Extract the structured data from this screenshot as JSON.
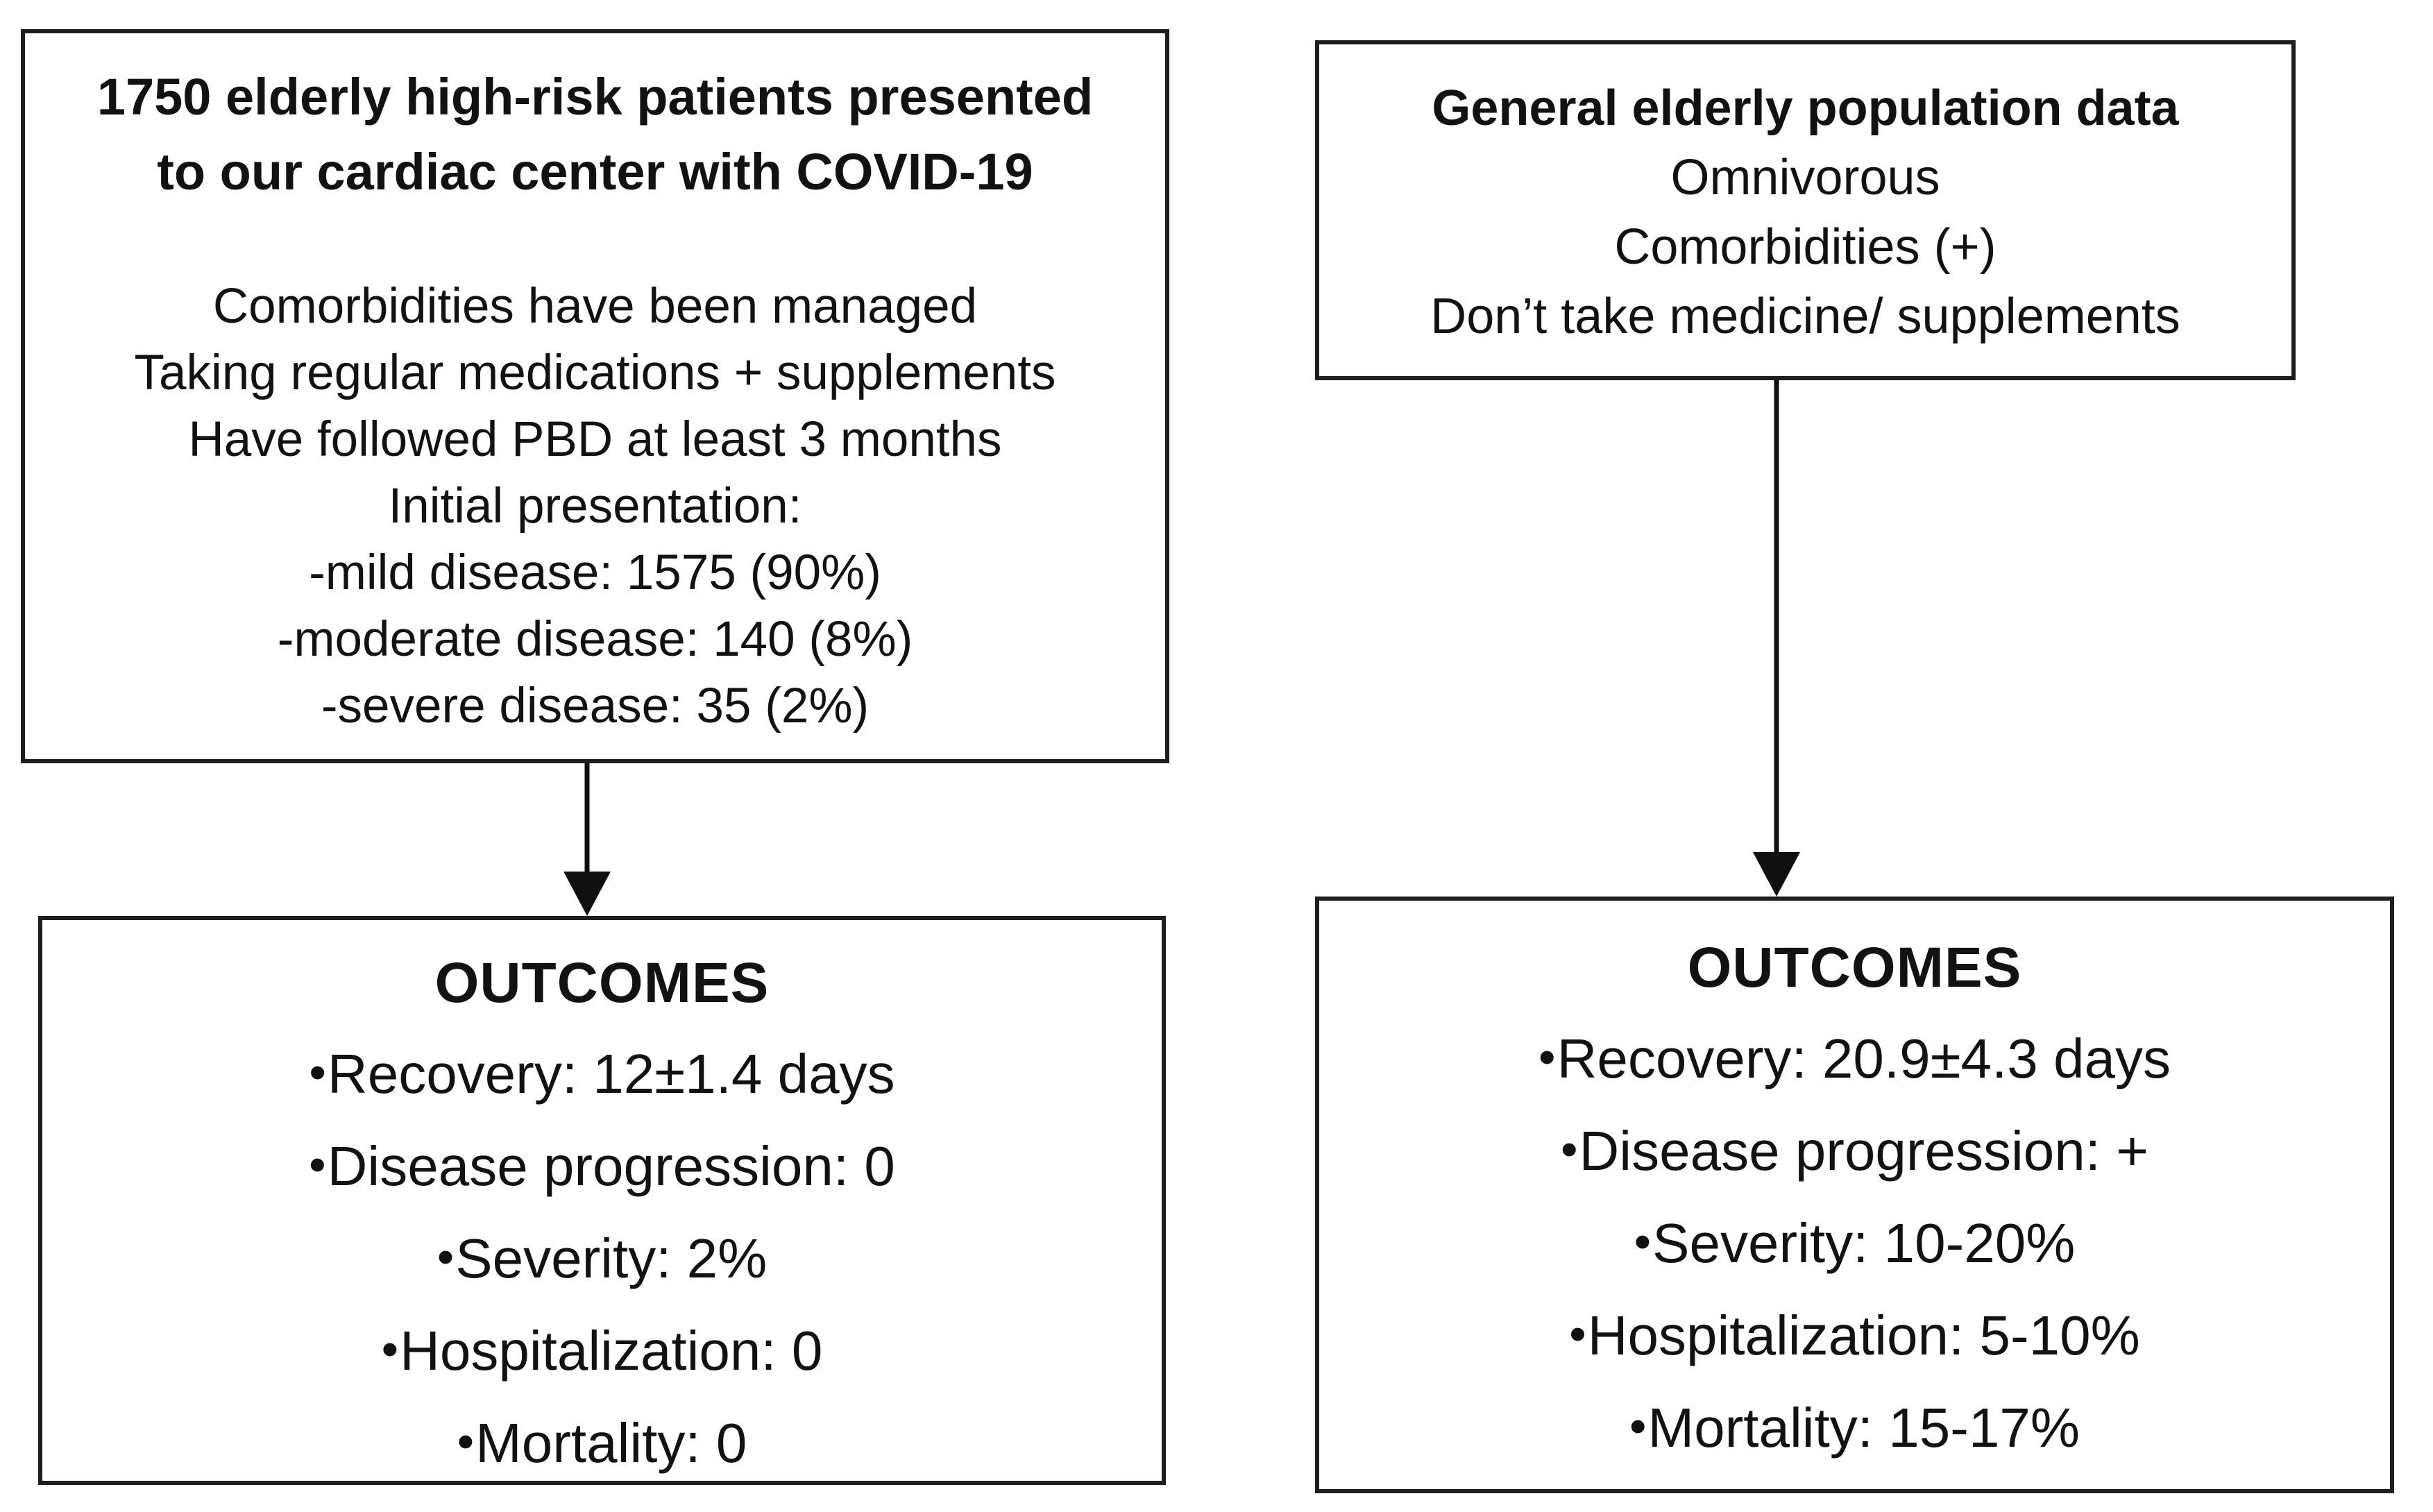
{
  "bullet_char": "•",
  "colors": {
    "text": "#121212",
    "border": "#1e1e1e",
    "background": "#ffffff"
  },
  "left_top_box": {
    "title_lines": [
      "1750 elderly high-risk patients presented",
      "to our cardiac center with COVID-19"
    ],
    "body_lines": [
      "Comorbidities have been managed",
      "Taking regular medications + supplements",
      "Have followed PBD at least 3 months",
      "Initial presentation:",
      "-mild disease: 1575 (90%)",
      "-moderate disease: 140 (8%)",
      "-severe disease: 35 (2%)"
    ]
  },
  "right_top_box": {
    "title": "General elderly population data",
    "body_lines": [
      "Omnivorous",
      "Comorbidities (+)",
      "Don’t take medicine/ supplements"
    ]
  },
  "left_outcomes_box": {
    "title": "OUTCOMES",
    "bullets": [
      "Recovery: 12±1.4 days",
      "Disease progression: 0",
      "Severity: 2%",
      "Hospitalization: 0",
      "Mortality: 0"
    ]
  },
  "right_outcomes_box": {
    "title": "OUTCOMES",
    "bullets": [
      "Recovery: 20.9±4.3 days",
      "Disease progression: +",
      "Severity: 10-20%",
      "Hospitalization: 5-10%",
      "Mortality: 15-17%"
    ]
  }
}
